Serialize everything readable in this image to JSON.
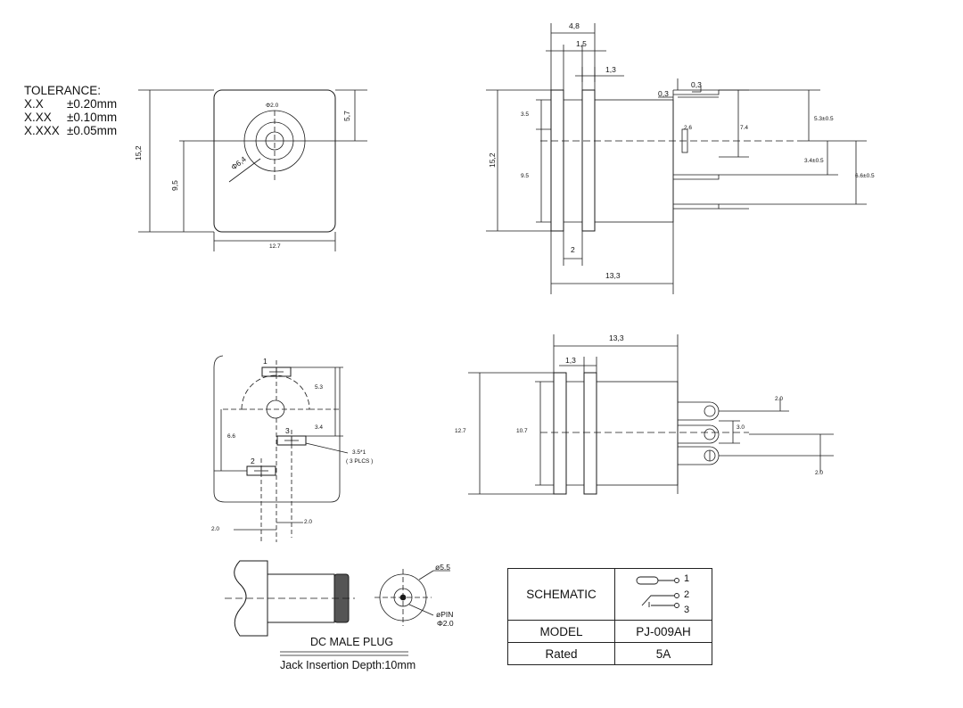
{
  "tolerance": {
    "title": "TOLERANCE:",
    "rows": [
      {
        "key": "X.X",
        "value": "±0.20mm"
      },
      {
        "key": "X.XX",
        "value": "±0.10mm"
      },
      {
        "key": "X.XXX",
        "value": "±0.05mm"
      }
    ]
  },
  "front_view": {
    "height": "15,2",
    "center_height": "9,5",
    "top_offset": "5,7",
    "width": "12.7",
    "hole_dia": "Φ2.0",
    "outer_dia": "Φ6,4"
  },
  "side_view": {
    "total_width": "4,8",
    "flange_1": "1,5",
    "flange_2": "1,3",
    "height": "15,2",
    "upper": "3.5",
    "lower": "9.5",
    "gap": "0,3",
    "gap_2": "0,3",
    "pin_w": "2.6",
    "pin_span": "7.4",
    "right_top": "5.3±0.5",
    "right_mid": "3.4±0.5",
    "right_low": "6.6±0.5",
    "base": "2",
    "length": "13,3"
  },
  "pcb_view": {
    "pin1": "1",
    "pin2": "2",
    "pin3": "3",
    "dim_53": "5.3",
    "dim_34": "3.4",
    "dim_66": "6.6",
    "hole": "3.5*1",
    "hole_count": "( 3 PLCS )",
    "dim_20a": "2.0",
    "dim_20b": "2.0"
  },
  "bottom_view": {
    "length": "13,3",
    "flange": "1,3",
    "outer": "12.7",
    "inner": "10.7",
    "dim_20a": "2.0",
    "dim_30": "3.0",
    "dim_20b": "2.0"
  },
  "plug": {
    "title": "DC MALE PLUG",
    "depth": "Jack Insertion Depth:10mm",
    "outer_dia": "ø5.5",
    "pin_label": "øPIN",
    "pin_dia": "Φ2.0"
  },
  "spec_table": {
    "schematic_label": "SCHEMATIC",
    "pins": [
      "1",
      "2",
      "3"
    ],
    "model_label": "MODEL",
    "model_value": "PJ-009AH",
    "rated_label": "Rated",
    "rated_value": "5A"
  }
}
